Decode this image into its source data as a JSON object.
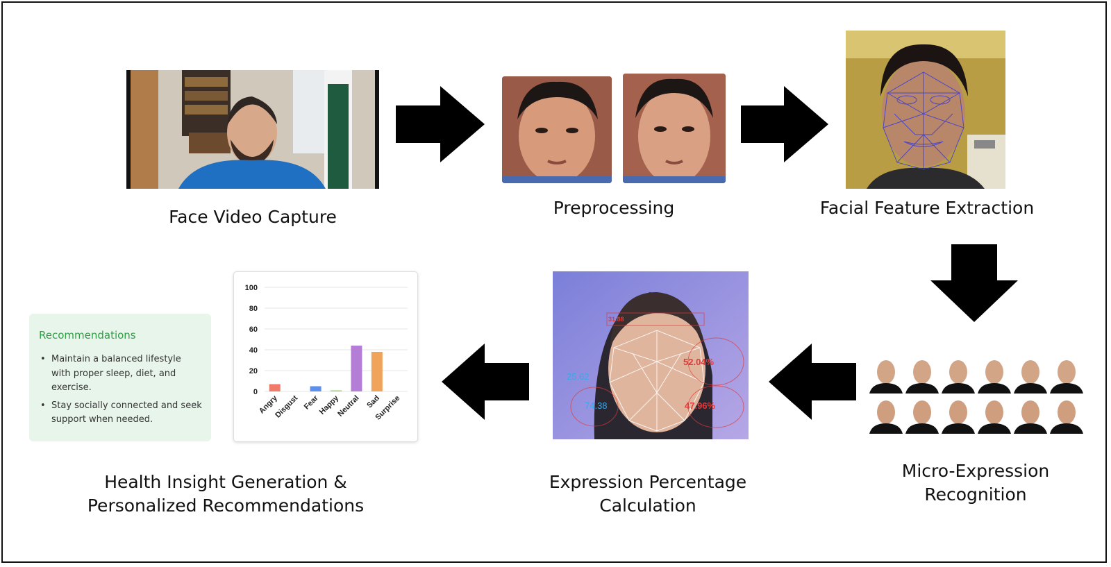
{
  "steps": {
    "face_video_capture": "Face Video Capture",
    "preprocessing": "Preprocessing",
    "feature_extraction": "Facial Feature Extraction",
    "micro_expression": "Micro-Expression\nRecognition",
    "expression_percentage": "Expression Percentage\nCalculation",
    "health_insight": "Health Insight Generation &\nPersonalized Recommendations"
  },
  "overlay_values": {
    "left_top": "25.62",
    "left_bottom": "74.38",
    "right_top": "52.04%",
    "right_bottom": "47.96%",
    "top_small": "31.88"
  },
  "recommendations": {
    "title": "Recommendations",
    "items": [
      "Maintain a balanced lifestyle with proper sleep, diet, and exercise.",
      "Stay socially connected and seek support when needed."
    ]
  },
  "colors": {
    "recommendation_title": "#2e9e45",
    "recommendation_bg": "#e8f5ea",
    "arrow": "#000000"
  },
  "chart_data": {
    "type": "bar",
    "categories": [
      "Angry",
      "Disgust",
      "Fear",
      "Happy",
      "Neutral",
      "Sad",
      "Surprise"
    ],
    "values": [
      7,
      0,
      5,
      1,
      44,
      38,
      0
    ],
    "colors": [
      "#f07b6b",
      "#cccccc",
      "#5b8ff0",
      "#9ad16b",
      "#b47ed6",
      "#f0a35a",
      "#cccccc"
    ],
    "yticks": [
      0,
      20,
      40,
      60,
      80,
      100
    ],
    "ylim": [
      0,
      100
    ],
    "grid": true
  }
}
